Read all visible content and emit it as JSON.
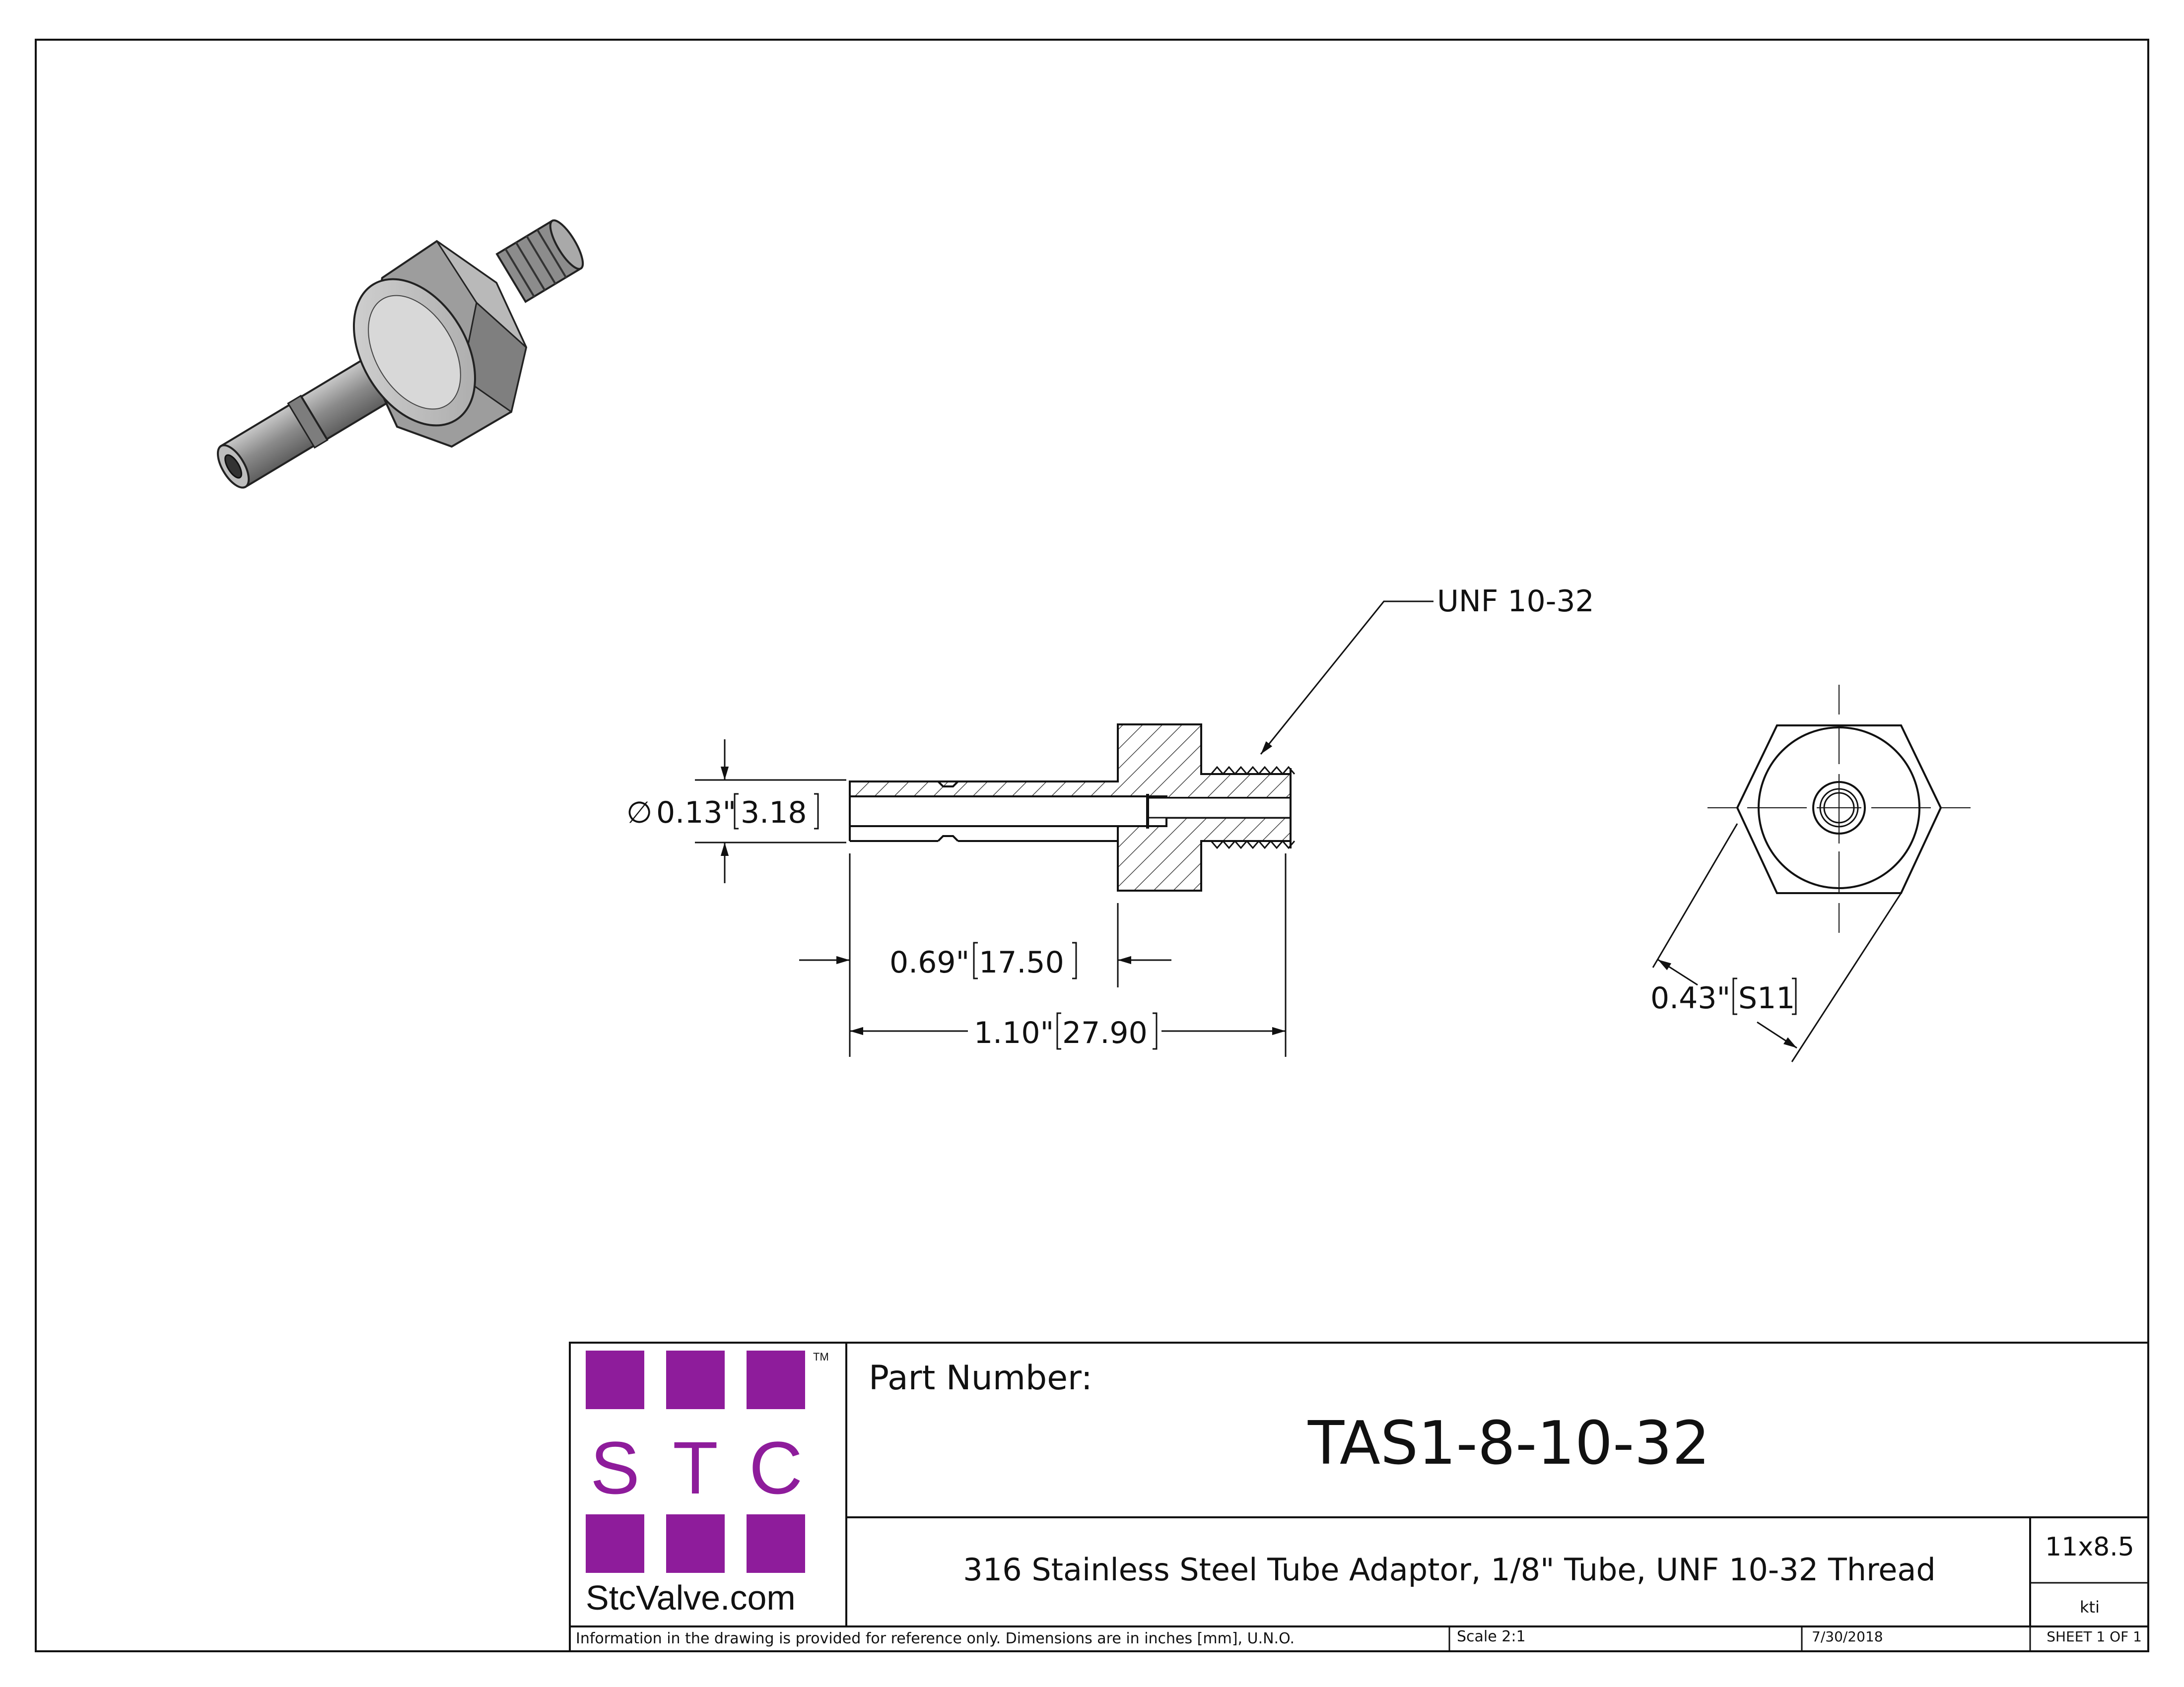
{
  "drawing": {
    "callout_thread": "UNF 10-32",
    "dim_diameter_in": "0.13\"",
    "dim_diameter_mm": "3.18",
    "dim_length_in": "0.69\"",
    "dim_length_mm": "17.50",
    "dim_overall_in": "1.10\"",
    "dim_overall_mm": "27.90",
    "dim_hex_in": "0.43\"",
    "dim_hex_mm": "S11",
    "diameter_symbol": "∅"
  },
  "title_block": {
    "logo_letters": [
      "S",
      "T",
      "C"
    ],
    "logo_tm": "TM",
    "logo_site": "StcValve.com",
    "part_number_label": "Part Number:",
    "part_number": "TAS1-8-10-32",
    "description": "316 Stainless Steel Tube Adaptor, 1/8\" Tube, UNF 10-32 Thread",
    "paper_size": "11x8.5",
    "drawn_by": "kti",
    "note": "Information in the drawing is provided for reference only. Dimensions are in inches [mm], U.N.O.",
    "scale": "Scale   2:1",
    "date": "7/30/2018",
    "sheet": "SHEET 1 OF 1"
  },
  "colors": {
    "logo_purple": "#8e1c9b",
    "line": "#111111",
    "steel": "#9a9a9a"
  }
}
